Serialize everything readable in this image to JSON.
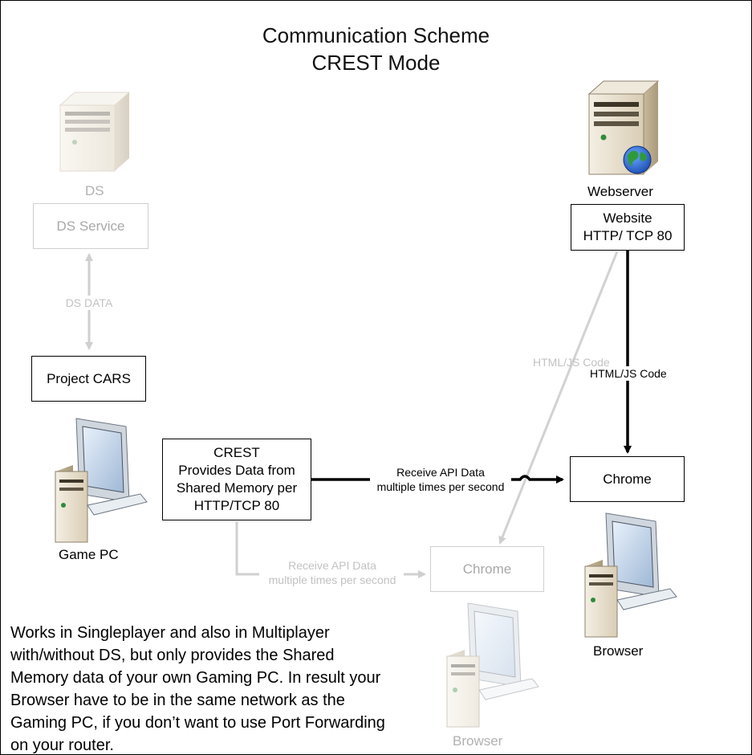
{
  "title": {
    "line1": "Communication Scheme",
    "line2": "CREST Mode"
  },
  "nodes": {
    "ds_server_label": "DS",
    "ds_service": "DS Service",
    "ds_data": "DS DATA",
    "project_cars": "Project CARS",
    "game_pc_label": "Game PC",
    "crest_box": "CREST\nProvides Data from\nShared Memory per\nHTTP/TCP 80",
    "webserver_label": "Webserver",
    "website_box": "Website\nHTTP/ TCP 80",
    "chrome_active": "Chrome",
    "chrome_faded": "Chrome",
    "browser_active_label": "Browser",
    "browser_faded_label": "Browser"
  },
  "edges": {
    "html_js_faded": "HTML/JS Code",
    "html_js_active": "HTML/JS Code",
    "receive_active": "Receive API Data\nmultiple times per second",
    "receive_faded": "Receive API Data\nmultiple times per second"
  },
  "note": "Works in Singleplayer and also in Multiplayer with/without DS, but only provides the Shared Memory data of your own Gaming PC. In result your Browser have to be in the same network as the Gaming PC, if you don’t want to use Port Forwarding on your router.",
  "icons": {
    "ds_server": "server-icon",
    "webserver": "web-server-icon",
    "game_pc": "desktop-computer-icon",
    "browser_pc": "desktop-computer-icon",
    "browser_pc_faded": "desktop-computer-icon"
  },
  "colors": {
    "active_line": "#000000",
    "faded_line": "#cccccc",
    "faded_text": "#aaaaaa"
  }
}
